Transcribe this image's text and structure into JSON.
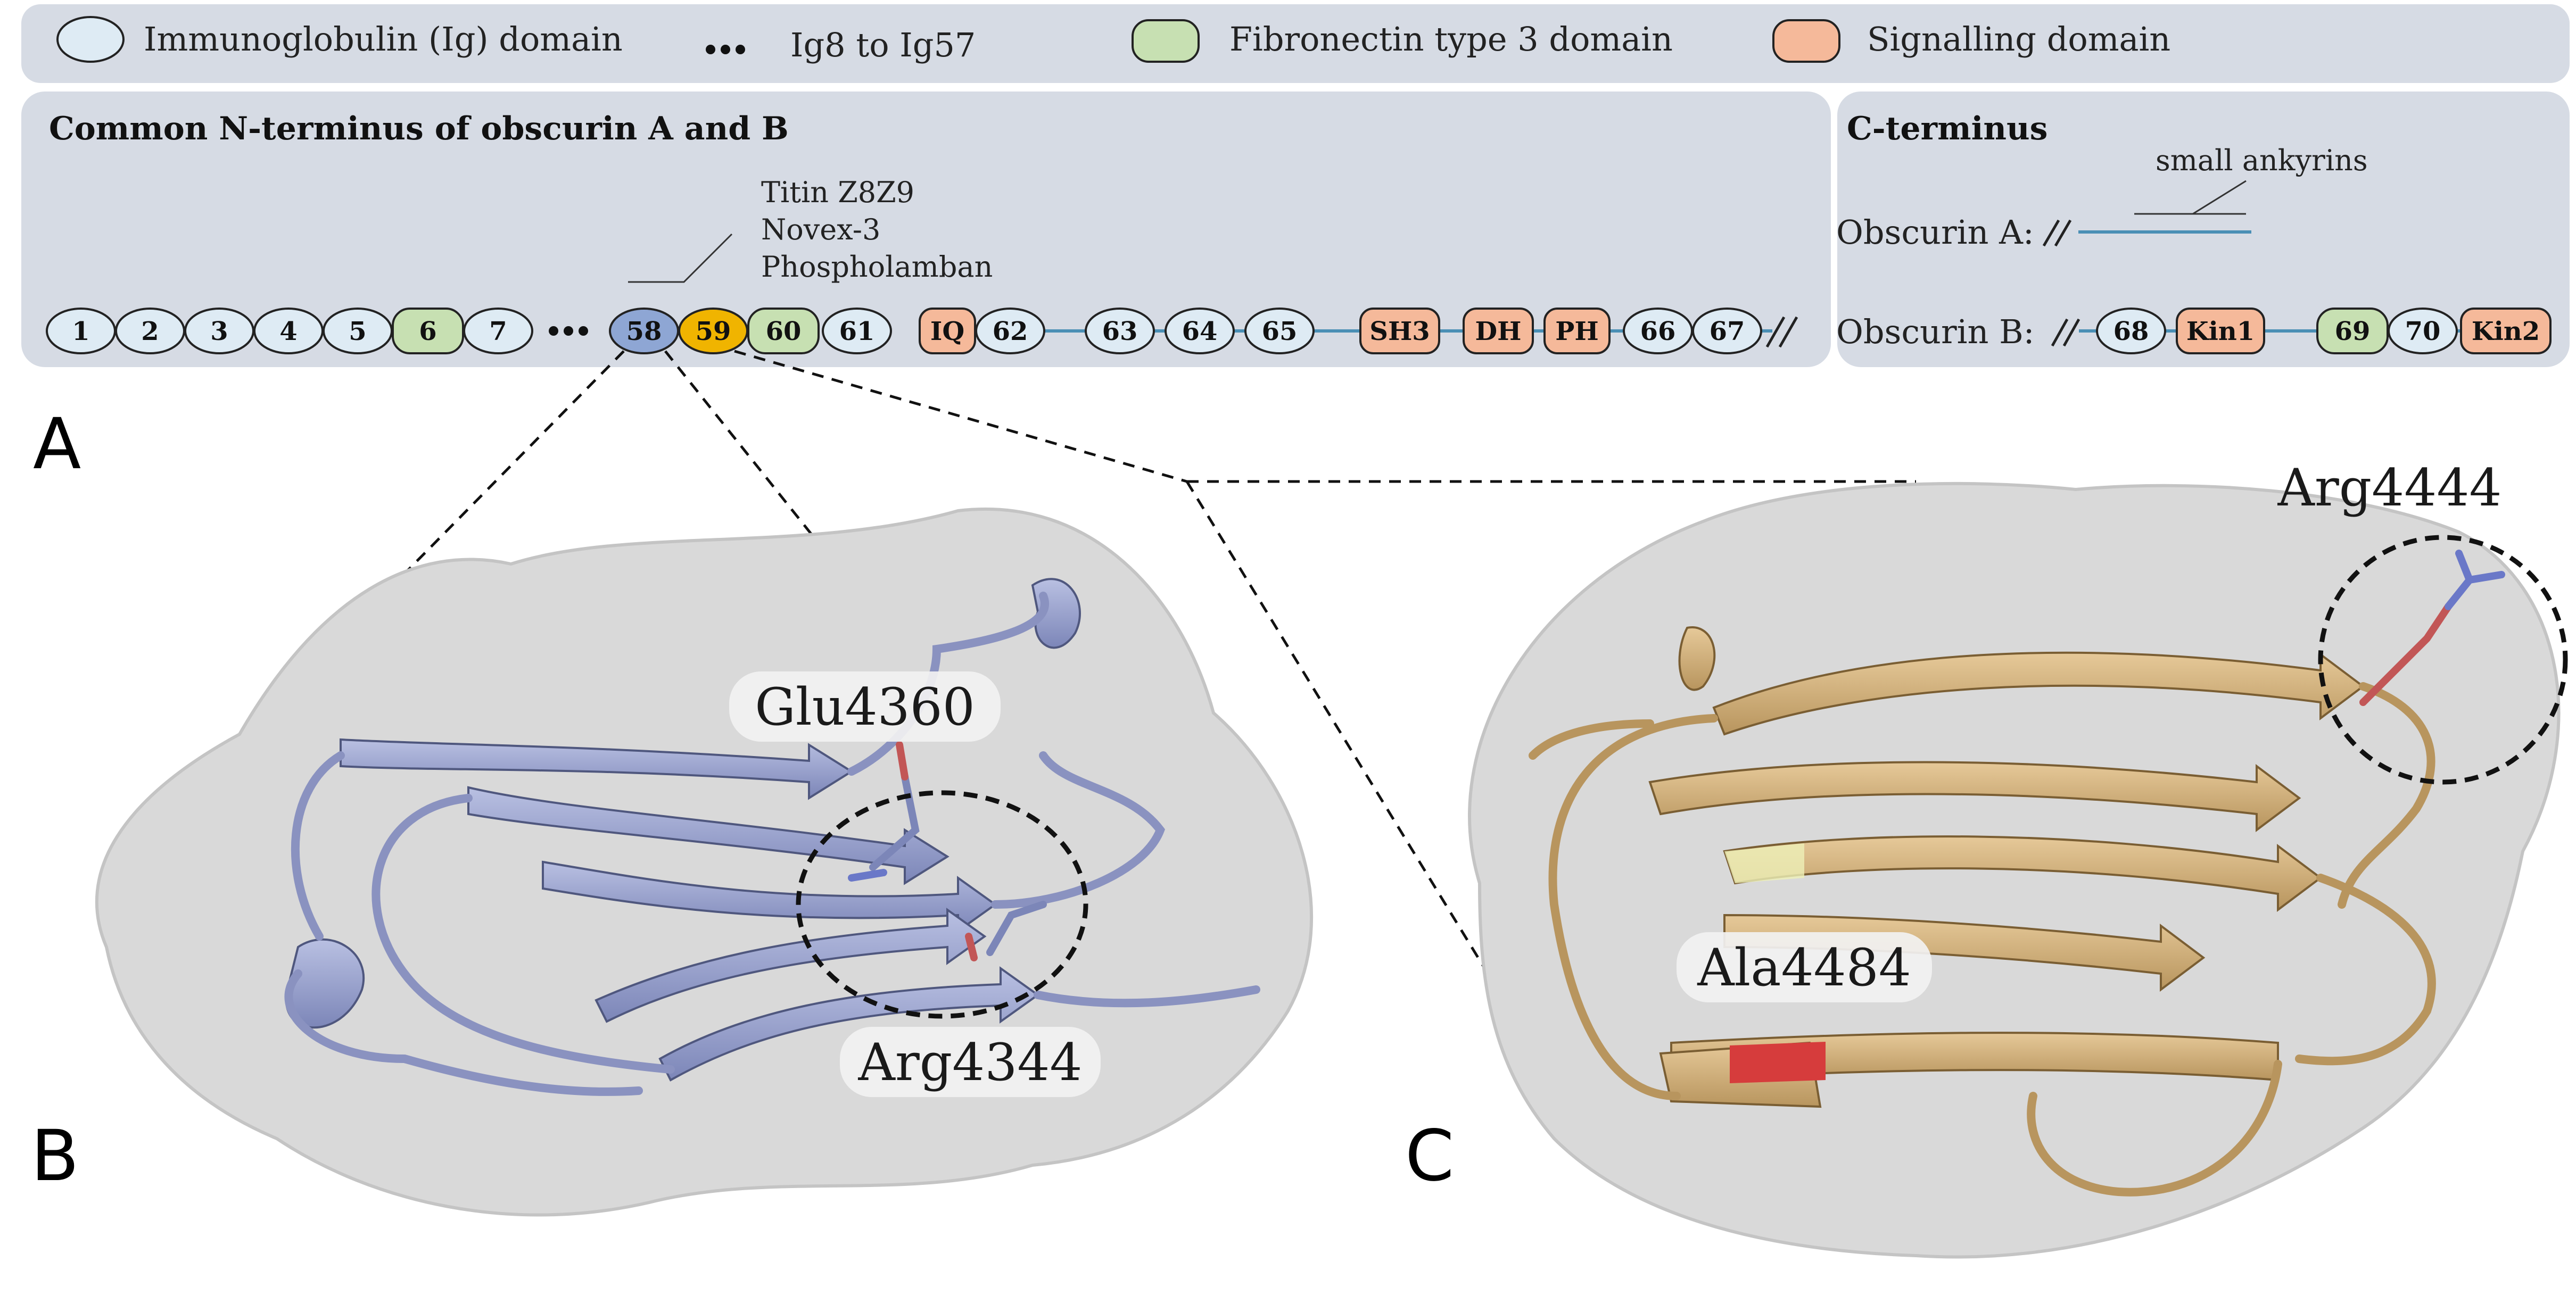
{
  "colors": {
    "panel_bg": "#d6dbe4",
    "ig": "#deebf4",
    "fn3": "#c7e0b2",
    "signal": "#f5b99a",
    "domain58": "#8ea6d4",
    "domain59": "#f0b400",
    "linker": "#4a8fb5",
    "surface": "#d9d9d9",
    "ribbon_b": "#9ea6cf",
    "ribbon_c": "#d2b27f",
    "highlight_red": "#d63c3c",
    "residue_red": "#c25656"
  },
  "legend": {
    "ig_label": "Immunoglobulin (Ig) domain",
    "dots_label": "Ig8 to Ig57",
    "fn3_label": "Fibronectin type 3 domain",
    "signal_label": "Signalling domain"
  },
  "n_terminus": {
    "title": "Common N-terminus of obscurin A and B",
    "callout": [
      "Titin Z8Z9",
      "Novex-3",
      "Phospholamban"
    ],
    "domains": [
      {
        "label": "1",
        "kind": "ig"
      },
      {
        "label": "2",
        "kind": "ig"
      },
      {
        "label": "3",
        "kind": "ig"
      },
      {
        "label": "4",
        "kind": "ig"
      },
      {
        "label": "5",
        "kind": "ig"
      },
      {
        "label": "6",
        "kind": "fn3"
      },
      {
        "label": "7",
        "kind": "ig"
      },
      {
        "label": "58",
        "kind": "d58"
      },
      {
        "label": "59",
        "kind": "d59"
      },
      {
        "label": "60",
        "kind": "fn3"
      },
      {
        "label": "61",
        "kind": "ig"
      },
      {
        "label": "IQ",
        "kind": "signal"
      },
      {
        "label": "62",
        "kind": "ig"
      },
      {
        "label": "63",
        "kind": "ig"
      },
      {
        "label": "64",
        "kind": "ig"
      },
      {
        "label": "65",
        "kind": "ig"
      },
      {
        "label": "SH3",
        "kind": "signal"
      },
      {
        "label": "DH",
        "kind": "signal"
      },
      {
        "label": "PH",
        "kind": "signal"
      },
      {
        "label": "66",
        "kind": "ig"
      },
      {
        "label": "67",
        "kind": "ig"
      }
    ]
  },
  "c_terminus": {
    "title": "C-terminus",
    "small_ankyrins": "small ankyrins",
    "obscurin_a_label": "Obscurin A:",
    "obscurin_b_label": "Obscurin B:",
    "domains_b": [
      {
        "label": "68",
        "kind": "ig"
      },
      {
        "label": "Kin1",
        "kind": "signal"
      },
      {
        "label": "69",
        "kind": "fn3"
      },
      {
        "label": "70",
        "kind": "ig"
      },
      {
        "label": "Kin2",
        "kind": "signal"
      }
    ]
  },
  "panels": {
    "a": "A",
    "b": "B",
    "c": "C"
  },
  "structure_b": {
    "label_top": "Glu4360",
    "label_bottom": "Arg4344"
  },
  "structure_c": {
    "label_top": "Arg4444",
    "label_bottom": "Ala4484"
  }
}
